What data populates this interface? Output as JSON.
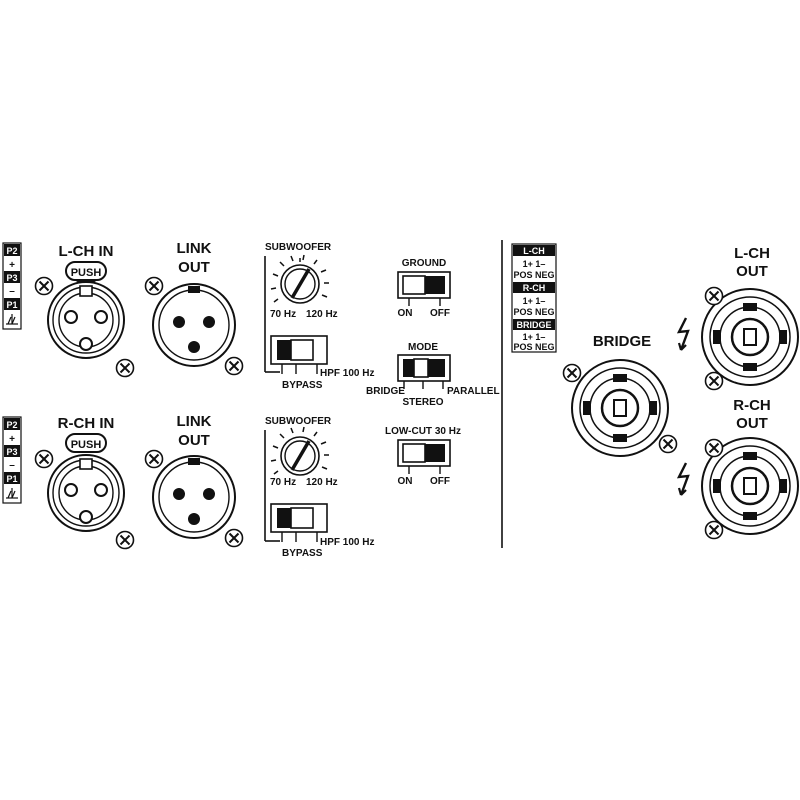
{
  "pin_legend": {
    "p2": "P2",
    "plus": "+",
    "p3": "P3",
    "minus": "–",
    "p1": "P1",
    "ground": "⏚"
  },
  "left_channel": {
    "input_label": "L-CH IN",
    "push_label": "PUSH",
    "link_label_top": "LINK",
    "link_label_bottom": "OUT"
  },
  "right_channel": {
    "input_label": "R-CH IN",
    "push_label": "PUSH",
    "link_label_top": "LINK",
    "link_label_bottom": "OUT"
  },
  "subwoofer_top": {
    "label": "SUBWOOFER",
    "min_label": "70 Hz",
    "max_label": "120 Hz",
    "bypass_label": "BYPASS",
    "hpf_label": "HPF 100 Hz"
  },
  "subwoofer_bottom": {
    "label": "SUBWOOFER",
    "min_label": "70 Hz",
    "max_label": "120 Hz",
    "bypass_label": "BYPASS",
    "hpf_label": "HPF 100 Hz"
  },
  "ground_switch": {
    "label": "GROUND",
    "on_label": "ON",
    "off_label": "OFF"
  },
  "mode_switch": {
    "label": "MODE",
    "bridge_label": "BRIDGE",
    "stereo_label": "STEREO",
    "parallel_label": "PARALLEL"
  },
  "lowcut_switch": {
    "label": "LOW-CUT 30 Hz",
    "on_label": "ON",
    "off_label": "OFF"
  },
  "speaker_legend": {
    "lch_header": "L-CH",
    "lch_pins": "1+  1–",
    "lch_pol": "POS NEG",
    "rch_header": "R-CH",
    "rch_pins": "1+  1–",
    "rch_pol": "POS NEG",
    "bridge_header": "BRIDGE",
    "bridge_pins": "1+  1–",
    "bridge_pol": "POS NEG"
  },
  "outputs": {
    "bridge_label": "BRIDGE",
    "lch_out_top": "L-CH",
    "lch_out_bottom": "OUT",
    "rch_out_top": "R-CH",
    "rch_out_bottom": "OUT"
  }
}
